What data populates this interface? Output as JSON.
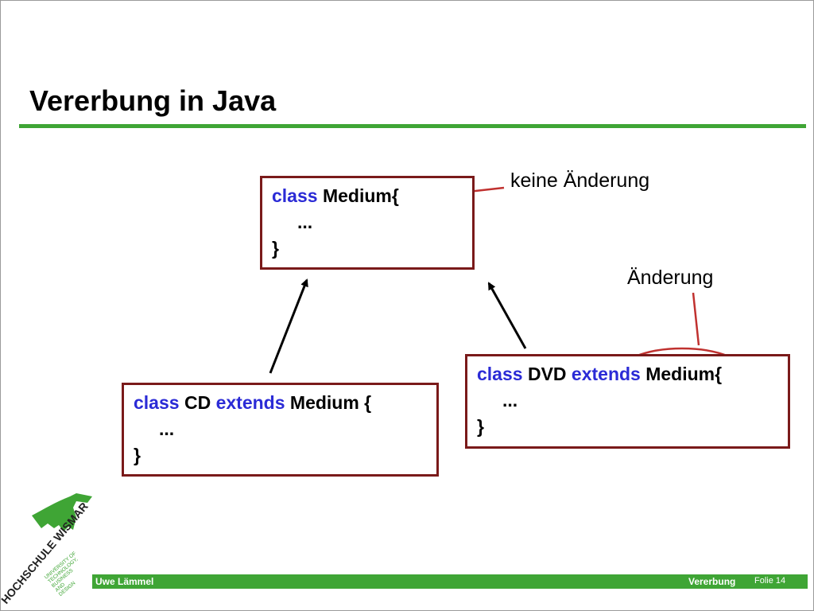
{
  "slide": {
    "title": "Vererbung in Java",
    "footer": {
      "author": "Uwe Lämmel",
      "topic": "Vererbung",
      "slide_number": "Folie 14"
    },
    "colors": {
      "accent_green": "#3fa535",
      "box_border": "#7a1a1a",
      "keyword_blue": "#2b2bd6",
      "callout_red": "#c0312f"
    }
  },
  "diagram": {
    "medium_box": {
      "keyword": "class",
      "line1_rest": "Medium{",
      "line2": "...",
      "line3": "}"
    },
    "cd_box": {
      "keyword": "class",
      "name": "CD",
      "extends": "extends",
      "parent": "Medium {",
      "line2": "...",
      "line3": "}"
    },
    "dvd_box": {
      "keyword": "class",
      "name": "DVD",
      "extends": "extends",
      "parent": "Medium{",
      "line2": "...",
      "line3": "}"
    },
    "annotations": {
      "no_change": "keine Änderung",
      "change": "Änderung"
    }
  },
  "logo": {
    "name": "HOCHSCHULE WISMAR",
    "tagline_lines": [
      "UNIVERSITY OF",
      "TECHNOLOGY,",
      "BUSINESS",
      "AND",
      "DESIGN"
    ],
    "icon": "explorer-figure-logo"
  }
}
